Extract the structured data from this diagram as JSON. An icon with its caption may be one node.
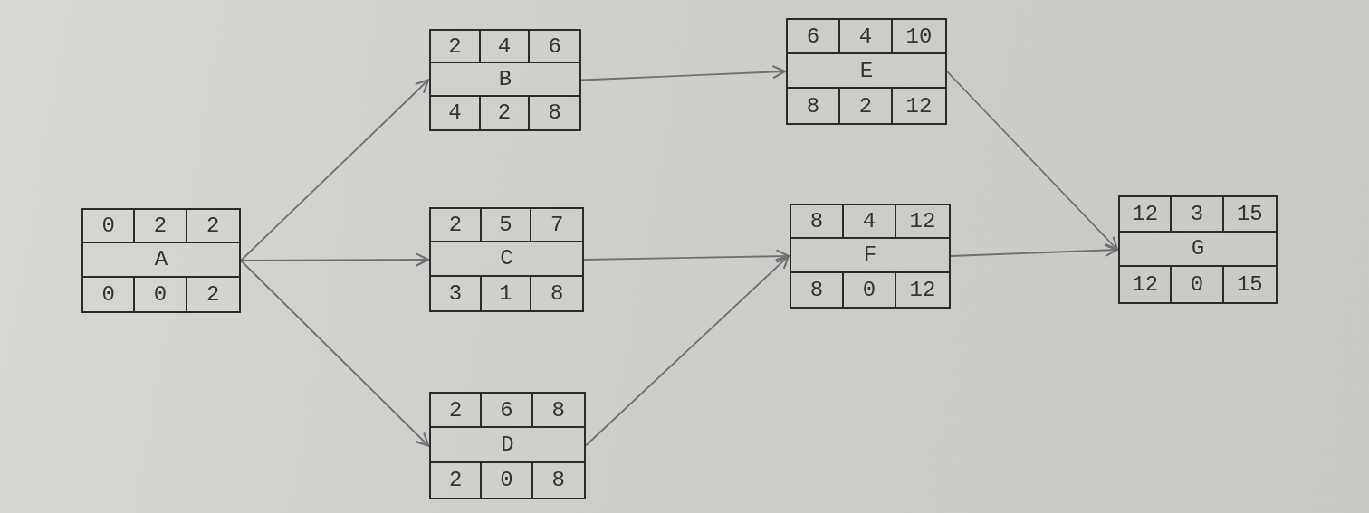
{
  "diagram": {
    "nodes": [
      {
        "text": [
          "0",
          "2",
          "2",
          "A",
          "0",
          "0",
          "2"
        ]
      },
      {
        "text": [
          "2",
          "4",
          "6",
          "B",
          "4",
          "2",
          "8"
        ]
      },
      {
        "text": [
          "2",
          "5",
          "7",
          "C",
          "3",
          "1",
          "8"
        ]
      },
      {
        "text": [
          "2",
          "6",
          "8",
          "D",
          "2",
          "0",
          "8"
        ]
      },
      {
        "text": [
          "6",
          "4",
          "10",
          "E",
          "8",
          "2",
          "12"
        ]
      },
      {
        "text": [
          "8",
          "4",
          "12",
          "F",
          "8",
          "0",
          "12"
        ]
      },
      {
        "text": [
          "12",
          "3",
          "15",
          "G",
          "12",
          "0",
          "15"
        ]
      }
    ],
    "edges": [
      {
        "from": 0,
        "to": 1,
        "arrow": "to"
      },
      {
        "from": 0,
        "to": 2,
        "arrow": "to"
      },
      {
        "from": 0,
        "to": 3,
        "arrow": "to"
      },
      {
        "from": 1,
        "to": 4,
        "arrow": "to"
      },
      {
        "from": 2,
        "to": 5,
        "arrow": "to"
      },
      {
        "from": 3,
        "to": 5,
        "arrow": "to"
      },
      {
        "from": 4,
        "to": 6,
        "arrow": "to"
      },
      {
        "from": 5,
        "to": 6,
        "arrow": "to"
      }
    ]
  }
}
